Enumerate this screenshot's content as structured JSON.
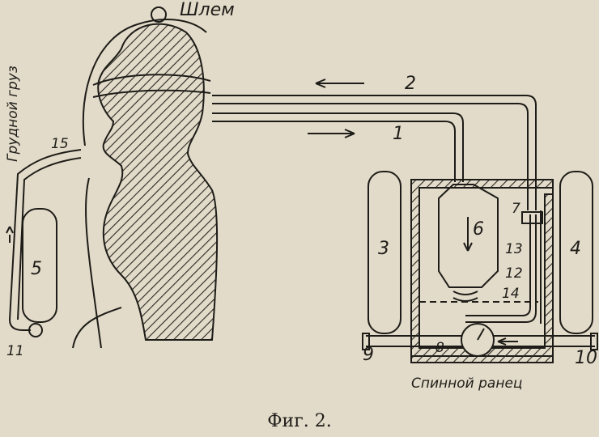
{
  "labels": {
    "helmet": "Шлем",
    "chest_weight": "Грудной груз",
    "backpack": "Спинной ранец",
    "n1": "1",
    "n2": "2",
    "n3": "3",
    "n4": "4",
    "n5": "5",
    "n6": "6",
    "n7": "7",
    "n8": "8",
    "n9": "9",
    "n10": "10",
    "n11": "11",
    "n12": "12",
    "n13": "13",
    "n14": "14",
    "n15": "15"
  },
  "caption": "Фиг. 2."
}
